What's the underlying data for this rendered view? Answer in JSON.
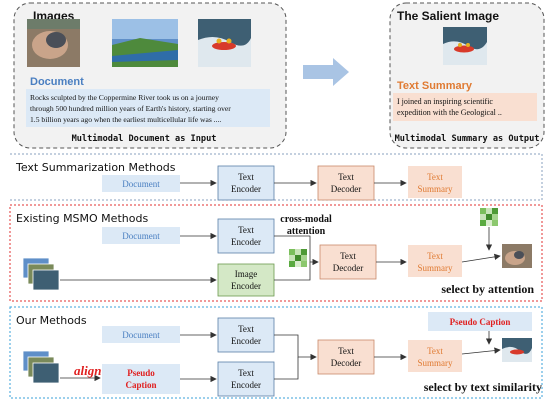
{
  "top": {
    "images_title": "Images",
    "document_label": "Document",
    "document_text": [
      "Rocks sculpted by the Coppermine River took us on a journey",
      "through 500 hundred million years of Earth's history, starting over",
      "1.5 billion years ago when the earliest multicellular life was ...."
    ],
    "input_caption": "Multimodal Document as Input",
    "salient_title": "The Salient Image",
    "summary_label": "Text Summary",
    "summary_text": [
      "I joined an inspiring scientific",
      "expedition with the Geological .."
    ],
    "output_caption": "Multimodal Summary as Output"
  },
  "sections": {
    "text_summ": {
      "title": "Text Summarization Methods",
      "document": "Document",
      "encoder": [
        "Text",
        "Encoder"
      ],
      "decoder": [
        "Text",
        "Decoder"
      ],
      "summary": [
        "Text",
        "Summary"
      ]
    },
    "msmo": {
      "title": "Existing MSMO Methods",
      "document": "Document",
      "text_encoder": [
        "Text",
        "Encoder"
      ],
      "image_encoder": [
        "Image",
        "Encoder"
      ],
      "cross_modal": [
        "cross-modal",
        "attention"
      ],
      "decoder": [
        "Text",
        "Decoder"
      ],
      "summary": [
        "Text",
        "Summary"
      ],
      "select_caption": "select by attention"
    },
    "ours": {
      "title": "Our Methods",
      "document": "Document",
      "text_encoder_1": [
        "Text",
        "Encoder"
      ],
      "align": "align",
      "pseudo_caption_box": [
        "Pseudo",
        "Caption"
      ],
      "text_encoder_2": [
        "Text",
        "Encoder"
      ],
      "decoder": [
        "Text",
        "Decoder"
      ],
      "summary": [
        "Text",
        "Summary"
      ],
      "pseudo_caption_top": "Pseudo Caption",
      "select_caption": "select by text similarity"
    }
  },
  "colors": {
    "blue_box": "#dce9f6",
    "blue_border": "#5a7fa8",
    "peach_box": "#f9dfd1",
    "peach_border": "#c9896a",
    "green_box": "#d4e8c6",
    "green_border": "#6b9a4f",
    "blue_text": "#4a7fc1",
    "orange_text": "#e07b33",
    "red_text": "#e02020",
    "top_panel_bg": "#f2f2f2",
    "section1_border": "#8aa0bf",
    "section2_border": "#e03030",
    "section3_border": "#3aa0d8",
    "arrow_big": "#a9c4e4"
  }
}
